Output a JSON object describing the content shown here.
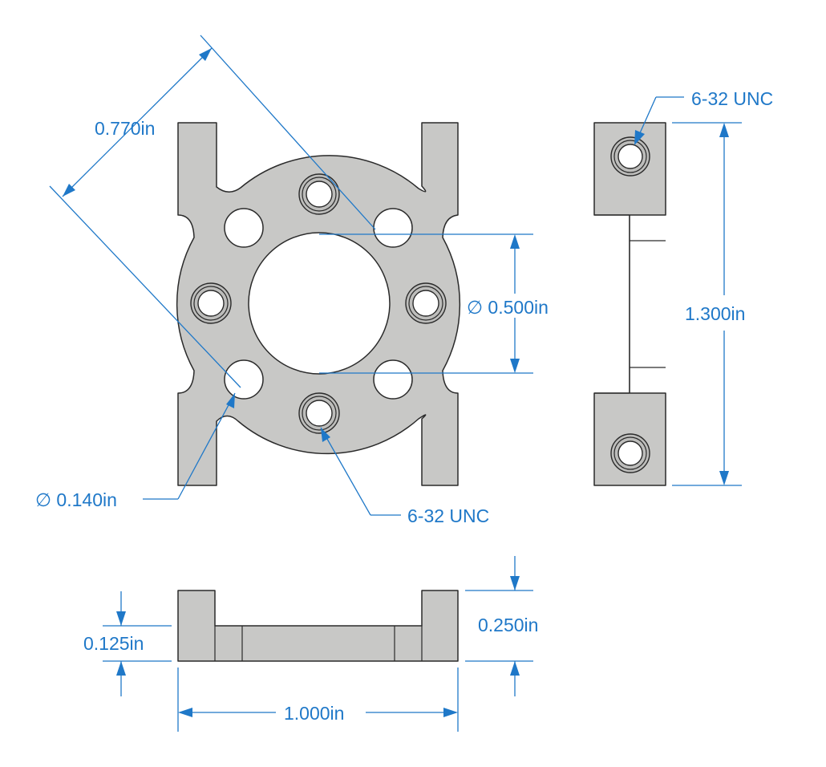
{
  "dimensions": {
    "diagonal": "0.770in",
    "bore": "∅ 0.500in",
    "hole": "∅ 0.140in",
    "tap_front": "6-32 UNC",
    "tap_side": "6-32 UNC",
    "height": "1.300in",
    "base": "0.125in",
    "thickness": "0.250in",
    "width": "1.000in"
  },
  "colors": {
    "dimension": "#1f78c8",
    "part_fill": "#c8c8c6",
    "outline": "#2a2a2a"
  }
}
